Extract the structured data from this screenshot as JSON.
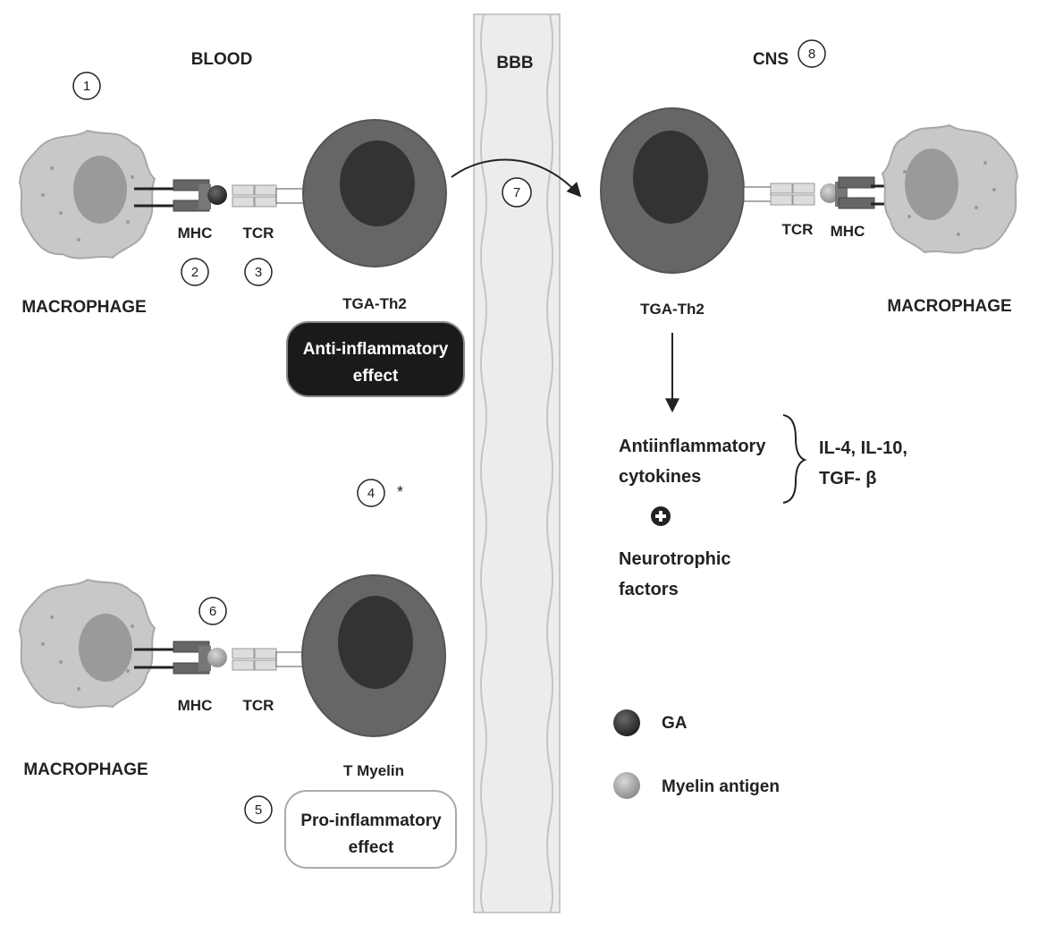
{
  "regions": {
    "blood": "BLOOD",
    "bbb": "BBB",
    "cns": "CNS"
  },
  "steps": [
    "1",
    "2",
    "3",
    "4",
    "5",
    "6",
    "7",
    "8"
  ],
  "asterisk": "*",
  "top_left": {
    "macrophage_label": "MACROPHAGE",
    "mhc_label": "MHC",
    "tcr_label": "TCR",
    "tcell_label": "TGA-Th2",
    "effect_line1": "Anti-inflammatory",
    "effect_line2": "effect"
  },
  "bottom_left": {
    "macrophage_label": "MACROPHAGE",
    "mhc_label": "MHC",
    "tcr_label": "TCR",
    "tcell_label": "T Myelin",
    "effect_line1": "Pro-inflammatory",
    "effect_line2": "effect"
  },
  "right": {
    "tcell_label": "TGA-Th2",
    "tcr_label": "TCR",
    "mhc_label": "MHC",
    "macrophage_label": "MACROPHAGE",
    "cytokines_line1": "Antiinflammatory",
    "cytokines_line2": "cytokines",
    "cytokine_list_line1": "IL-4, IL-10,",
    "cytokine_list_line2": "TGF- β",
    "neuro_line1": "Neurotrophic",
    "neuro_line2": "factors"
  },
  "legend": [
    {
      "label": "GA",
      "color": "#3a3a3a"
    },
    {
      "label": "Myelin antigen",
      "color": "#a8a8a8"
    }
  ],
  "colors": {
    "macrophage": "#c8c8c8",
    "macrophage_nucleus": "#9a9a9a",
    "tcell": "#666666",
    "tcell_nucleus": "#333333",
    "bbb_fill": "#ececec",
    "ga": "#3a3a3a",
    "myelin_antigen": "#a8a8a8",
    "anti_inflammatory_box": "#1a1a1a"
  }
}
